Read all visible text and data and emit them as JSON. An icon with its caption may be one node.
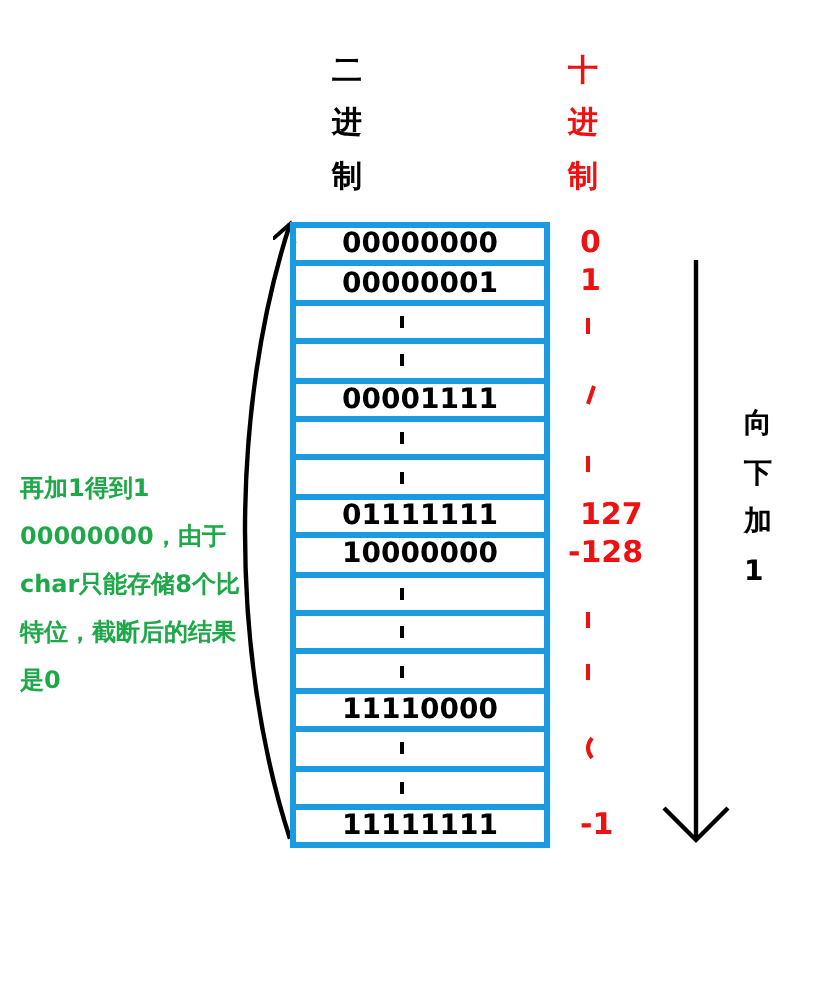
{
  "diagram": {
    "nodes": [
      {
        "text": [
          "00000000"
        ],
        "beside": [
          "0"
        ]
      },
      {
        "text": [
          "00000001"
        ],
        "beside": [
          "1"
        ]
      },
      {
        "text": [],
        "shape": "box"
      },
      {
        "text": [],
        "shape": "box"
      },
      {
        "text": [
          "00001111"
        ]
      },
      {
        "text": [],
        "shape": "box"
      },
      {
        "text": [],
        "shape": "box"
      },
      {
        "text": [
          "01111111"
        ],
        "beside": [
          "127"
        ]
      },
      {
        "text": [
          "10000000"
        ],
        "beside": [
          "-128"
        ]
      },
      {
        "text": [],
        "shape": "box"
      },
      {
        "text": [],
        "shape": "box"
      },
      {
        "text": [],
        "shape": "box"
      },
      {
        "text": [
          "11110000"
        ]
      },
      {
        "text": [],
        "shape": "box"
      },
      {
        "text": [],
        "shape": "box"
      },
      {
        "text": [
          "11111111"
        ],
        "beside": [
          "-1"
        ]
      }
    ],
    "edges": [
      {
        "from": 15,
        "to": 0,
        "arrow": "to"
      }
    ],
    "labels": [
      "二进制",
      "十进制",
      "再加1得到1 00000000，由于char只能存储8个比特位，截断后的结果是0",
      "向下加1"
    ]
  }
}
